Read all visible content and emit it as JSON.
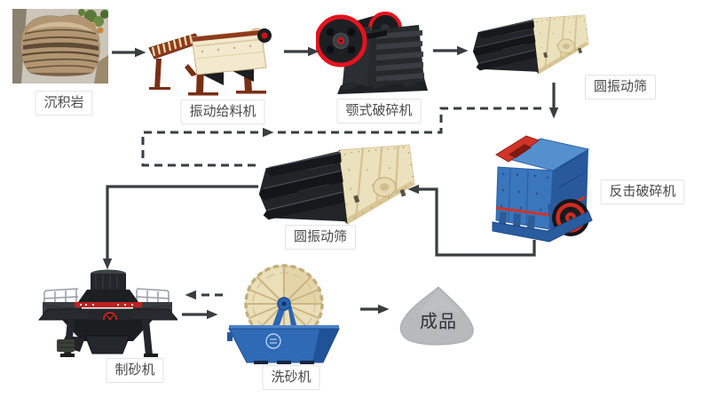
{
  "diagram_type": "process-flow",
  "nodes": [
    {
      "id": "rock",
      "label": "沉积岩",
      "kind": "raw-material-photo"
    },
    {
      "id": "feeder",
      "label": "振动给料机",
      "kind": "machine"
    },
    {
      "id": "jaw-crusher",
      "label": "颚式破碎机",
      "kind": "machine"
    },
    {
      "id": "screen-top",
      "label": "圆振动筛",
      "kind": "machine"
    },
    {
      "id": "impact-crusher",
      "label": "反击破碎机",
      "kind": "machine"
    },
    {
      "id": "screen-mid",
      "label": "圆振动筛",
      "kind": "machine"
    },
    {
      "id": "sand-maker",
      "label": "制砂机",
      "kind": "machine"
    },
    {
      "id": "sand-washer",
      "label": "洗砂机",
      "kind": "machine"
    },
    {
      "id": "product",
      "label": "成品",
      "kind": "output-pile"
    }
  ],
  "edges": [
    {
      "from": "rock",
      "to": "feeder",
      "style": "solid"
    },
    {
      "from": "feeder",
      "to": "jaw-crusher",
      "style": "solid"
    },
    {
      "from": "jaw-crusher",
      "to": "screen-top",
      "style": "solid"
    },
    {
      "from": "screen-top",
      "to": "impact-crusher",
      "style": "solid"
    },
    {
      "from": "impact-crusher",
      "to": "screen-mid",
      "style": "solid"
    },
    {
      "from": "screen-mid",
      "to": "sand-maker",
      "style": "solid"
    },
    {
      "from": "screen-mid",
      "to": "impact-crusher",
      "style": "dashed-return"
    },
    {
      "from": "sand-maker",
      "to": "sand-washer",
      "style": "solid"
    },
    {
      "from": "sand-washer",
      "to": "sand-maker",
      "style": "dashed-return"
    },
    {
      "from": "sand-washer",
      "to": "product",
      "style": "solid"
    }
  ],
  "colors": {
    "background": "#ffffff",
    "arrow": "#3a3d40",
    "label_text": "#4a4a4a",
    "label_border": "#e3e3e3",
    "screen_cream": "#ece1bd",
    "machine_blue": "#2e6ab5",
    "feeder_rust": "#8e3b1d",
    "crusher_black": "#26292c",
    "flywheel_red": "#e31320",
    "impact_red": "#cf3427",
    "sand_maker_red": "#c02322",
    "product_gray": "#b7b9bb"
  }
}
